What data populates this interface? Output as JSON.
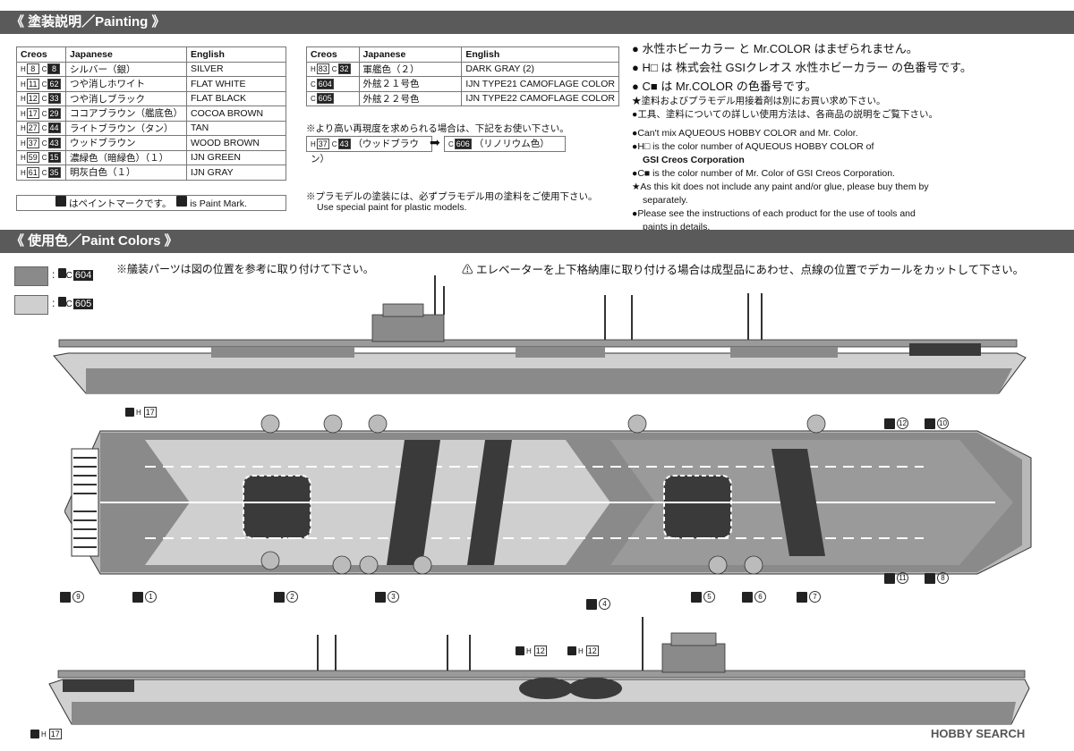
{
  "painting_header": "《 塗装説明／Painting 》",
  "paint_colors_header": "《 使用色／Paint Colors 》",
  "table_headers": {
    "creos": "Creos",
    "japanese": "Japanese",
    "english": "English"
  },
  "left_table": [
    {
      "h": "8",
      "c": "8",
      "jp": "シルバー（銀）",
      "en": "SILVER"
    },
    {
      "h": "11",
      "c": "62",
      "jp": "つや消しホワイト",
      "en": "FLAT WHITE"
    },
    {
      "h": "12",
      "c": "33",
      "jp": "つや消しブラック",
      "en": "FLAT BLACK"
    },
    {
      "h": "17",
      "c": "29",
      "jp": "ココアブラウン（艦底色）",
      "en": "COCOA BROWN"
    },
    {
      "h": "27",
      "c": "44",
      "jp": "ライトブラウン（タン）",
      "en": "TAN"
    },
    {
      "h": "37",
      "c": "43",
      "jp": "ウッドブラウン",
      "en": "WOOD BROWN"
    },
    {
      "h": "59",
      "c": "15",
      "jp": "濃緑色（暗緑色）（１）",
      "en": "IJN GREEN"
    },
    {
      "h": "61",
      "c": "35",
      "jp": "明灰白色（１）",
      "en": "IJN GRAY"
    }
  ],
  "right_table": [
    {
      "h": "83",
      "c": "32",
      "jp": "軍艦色（２）",
      "en": "DARK GRAY (2)"
    },
    {
      "h": "",
      "c": "604",
      "jp": "外舷２１号色",
      "en": "IJN TYPE21 CAMOFLAGE COLOR"
    },
    {
      "h": "",
      "c": "605",
      "jp": "外舷２２号色",
      "en": "IJN TYPE22 CAMOFLAGE COLOR"
    }
  ],
  "paint_mark_note": {
    "jp": "はペイントマークです。",
    "en": "is Paint Mark."
  },
  "reproduction_note": "※より高い再現度を求められる場合は、下記をお使い下さい。",
  "substitution": {
    "from_h": "37",
    "from_c": "43",
    "from_label": "（ウッドブラウン）",
    "to_c": "606",
    "to_label": "（リノリウム色）"
  },
  "plastic_paint_note": {
    "jp": "※プラモデルの塗装には、必ずプラモデル用の塗料をご使用下さい。",
    "en": "Use special paint for plastic models."
  },
  "right_notes_jp": [
    "水性ホビーカラー と Mr.COLOR はまぜられません。",
    "H□ は 株式会社 GSIクレオス 水性ホビーカラー の色番号です。",
    "C■ は Mr.COLOR の色番号です。",
    "★塗料およびプラモデル用接着剤は別にお買い求め下さい。",
    "●工具、塗料についての詳しい使用方法は、各商品の説明をご覧下さい。"
  ],
  "right_notes_en": [
    "●Can't mix AQUEOUS HOBBY COLOR and Mr. Color.",
    "●H□ is the color number of AQUEOUS HOBBY COLOR of",
    "GSI Creos Corporation",
    "●C■ is the color number of Mr. Color of GSI Creos Corporation.",
    "★As this kit does not include any paint and/or glue, please buy them by",
    "separately.",
    "●Please see the instructions of each product for the use of tools and",
    "paints in details."
  ],
  "legend": [
    {
      "code": "604",
      "color": "#8a8a8a"
    },
    {
      "code": "605",
      "color": "#cfcfcf"
    }
  ],
  "fitting_note": "※艤装パーツは図の位置を参考に取り付けて下さい。",
  "elevator_note": "エレベーターを上下格納庫に取り付ける場合は成型品にあわせ、点線の位置でデカールをカットして下さい。",
  "hull_bottom_code": "17",
  "island_code": "12",
  "decal_markers": [
    "1",
    "2",
    "3",
    "4",
    "5",
    "6",
    "7",
    "8",
    "9",
    "10",
    "11",
    "12"
  ],
  "watermark": "HOBBY SEARCH",
  "colors": {
    "bar": "#5a5a5a",
    "c604": "#8a8a8a",
    "c605": "#cfcfcf",
    "dark": "#3a3a3a"
  }
}
